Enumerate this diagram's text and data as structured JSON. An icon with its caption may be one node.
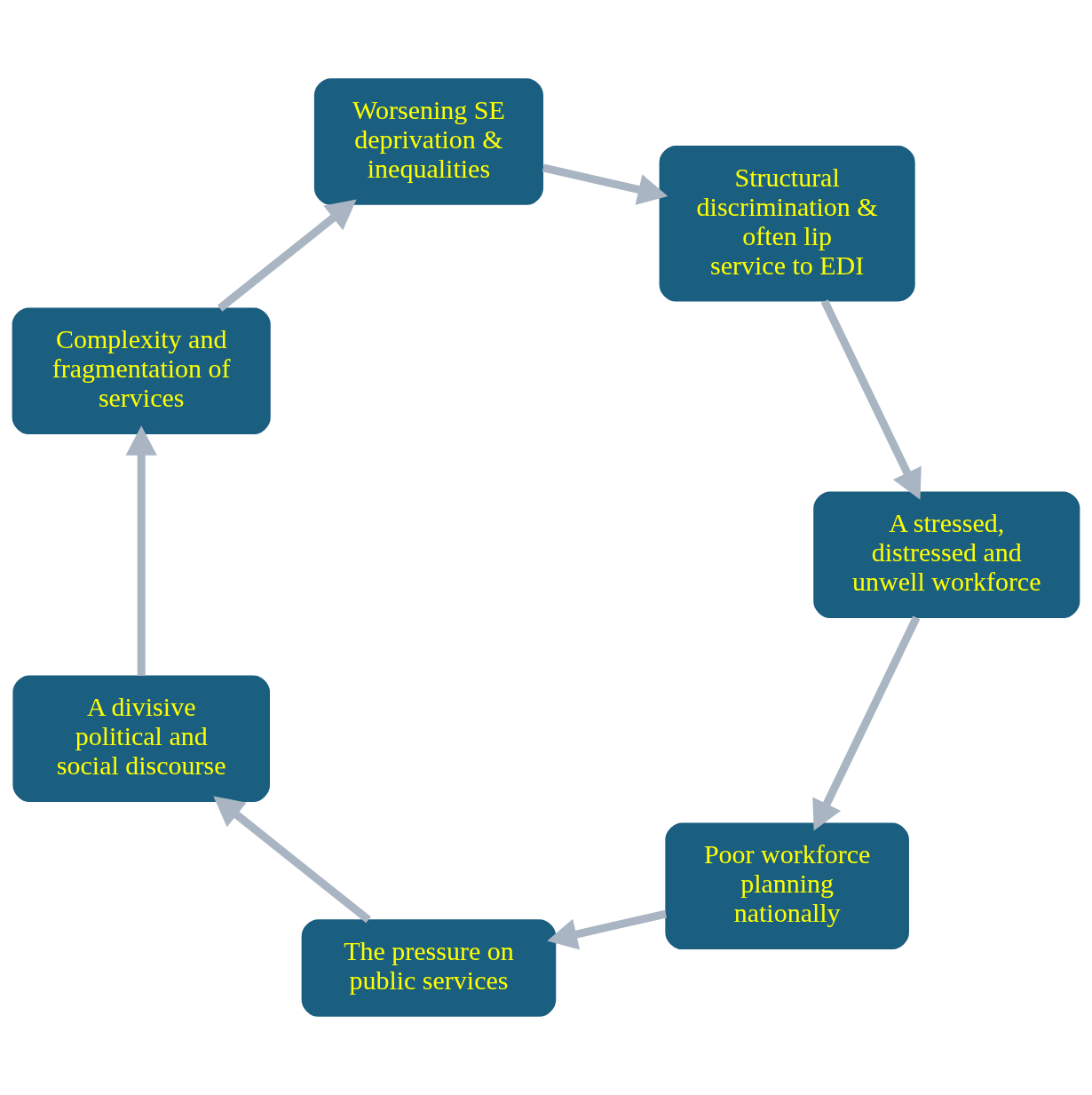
{
  "diagram": {
    "nodes": [
      {
        "text": [
          "Poor workforce planning nationally"
        ]
      },
      {
        "text": [
          "The pressure on public services"
        ]
      },
      {
        "text": [
          "A stressed, distressed and unwell workforce"
        ]
      },
      {
        "text": [
          "A divisive political and social discourse"
        ]
      },
      {
        "text": [
          "Structural discrimination & often lip service to EDI"
        ]
      },
      {
        "text": [
          "Complexity and fragmentation of services"
        ]
      },
      {
        "text": [
          "Worsening SE deprivation & inequalities"
        ]
      }
    ],
    "edges": [
      {
        "from": 0,
        "to": 1,
        "arrow": "to"
      },
      {
        "from": 1,
        "to": 3,
        "arrow": "to"
      },
      {
        "from": 3,
        "to": 5,
        "arrow": "to"
      },
      {
        "from": 5,
        "to": 6,
        "arrow": "to"
      },
      {
        "from": 6,
        "to": 4,
        "arrow": "to"
      },
      {
        "from": 4,
        "to": 2,
        "arrow": "to"
      },
      {
        "from": 2,
        "to": 0,
        "arrow": "to"
      }
    ]
  }
}
